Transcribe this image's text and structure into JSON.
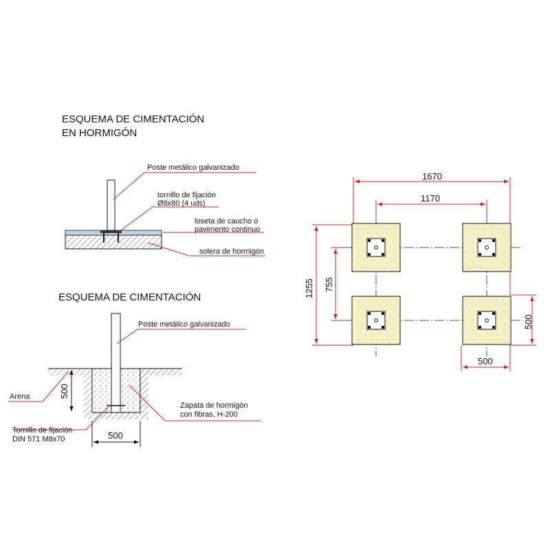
{
  "colors": {
    "dimension": "#d82020",
    "axis": "#2a4fb8",
    "concrete_fill": "#f4f1c6",
    "rubber": "#bcd3e8"
  },
  "top_detail": {
    "title_line1": "ESQUEMA DE CIMENTACIÓN",
    "title_line2": "EN HORMIGÓN",
    "labels": {
      "post": "Poste metálico galvanizado",
      "screw_line1": "tornillo de fijación",
      "screw_line2": "Ø8x80 (4 uds)",
      "rubber_line1": "loseta de caucho o",
      "rubber_line2": "pavimento continuo",
      "slab": "solera de hormigón"
    }
  },
  "bottom_detail": {
    "title": "ESQUEMA DE CIMENTACIÓN",
    "labels": {
      "post": "Poste metálico galvanizado",
      "sand": "Arena",
      "footing_line1": "Zapata de hormigón",
      "footing_line2": "con fibras, H-200",
      "screw_line1": "Tornillo de fijación",
      "screw_line2": "DIN 571 M8x70"
    },
    "dimensions": {
      "depth": "500",
      "width": "500"
    }
  },
  "plan_view": {
    "dimensions": {
      "overall_width": "1670",
      "inner_width": "1170",
      "overall_height": "1255",
      "inner_height": "755",
      "footing_height": "500",
      "footing_width": "500"
    }
  }
}
